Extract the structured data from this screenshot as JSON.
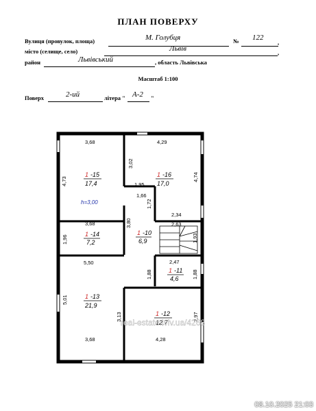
{
  "document": {
    "title": "ПЛАН  ПОВЕРХУ",
    "street_label": "Вулиця (провулок, площа)",
    "street_value": "М. Голубця",
    "number_label": "№",
    "number_value": "122",
    "city_label": "місто (селище, село)",
    "city_value": "Львів",
    "district_label": "район",
    "district_value": "Львівський",
    "region_text": ", область Львівська",
    "scale_text": "Масштаб 1:100",
    "floor_label": "Поверх",
    "floor_value": "2-ий",
    "litera_label": "літера \"",
    "litera_value": "А-2",
    "litera_close": "\""
  },
  "rooms": [
    {
      "num": "1",
      "code": "-15",
      "area": "17,4"
    },
    {
      "num": "1",
      "code": "-16",
      "area": "17,0"
    },
    {
      "num": "1",
      "code": "-14",
      "area": "7,2"
    },
    {
      "num": "1",
      "code": "-10",
      "area": "6,9"
    },
    {
      "num": "1",
      "code": "-11",
      "area": "4,6"
    },
    {
      "num": "1",
      "code": "-13",
      "area": "21,9"
    },
    {
      "num": "1",
      "code": "-12",
      "area": "12,7"
    }
  ],
  "dimensions": [
    "3,68",
    "4,29",
    "4,73",
    "3,02",
    "4,74",
    "1,95",
    "1,66",
    "1,72",
    "2,34",
    "3,68",
    "3,80",
    "2,63",
    "1,96",
    "1,93",
    "5,50",
    "2,47",
    "1,88",
    "1,88",
    "5,01",
    "3,13",
    "2,97",
    "3,68",
    "4,28"
  ],
  "height_note": "h=3,00",
  "watermark": "real-estate.lviv.ua/4268",
  "timestamp": "08.10.2025 21:03",
  "colors": {
    "room_number": "#cc2222",
    "height_note": "#2233aa",
    "walls": "#000000"
  }
}
